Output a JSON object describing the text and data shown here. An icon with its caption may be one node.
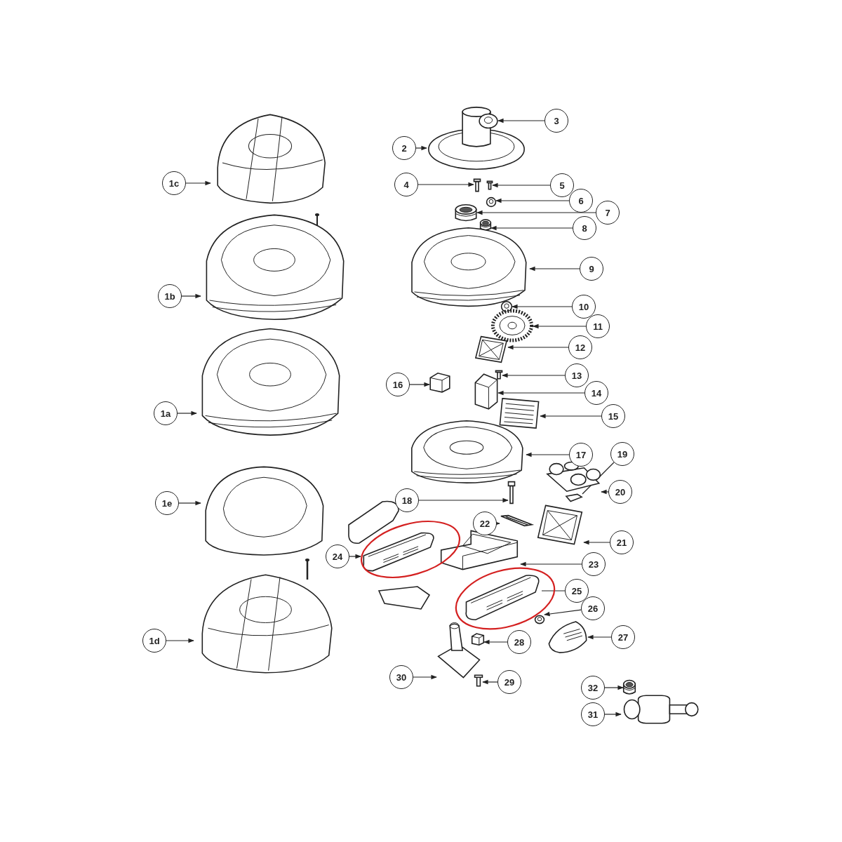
{
  "diagram": {
    "nodes": [
      {
        "text": [
          "1c"
        ]
      },
      {
        "text": [],
        "shape": "picture"
      },
      {
        "text": [
          "1b"
        ]
      },
      {
        "text": [],
        "shape": "picture"
      },
      {
        "text": [
          "1a"
        ]
      },
      {
        "text": [],
        "shape": "picture"
      },
      {
        "text": [
          "1e"
        ]
      },
      {
        "text": [],
        "shape": "picture"
      },
      {
        "text": [
          "1d"
        ]
      },
      {
        "text": [],
        "shape": "picture"
      },
      {
        "text": [
          "2"
        ]
      },
      {
        "text": [],
        "shape": "picture"
      },
      {
        "text": [
          "3"
        ]
      },
      {
        "text": [],
        "shape": "picture"
      },
      {
        "text": [
          "4"
        ]
      },
      {
        "text": [],
        "shape": "picture"
      },
      {
        "text": [
          "5"
        ]
      },
      {
        "text": [],
        "shape": "picture"
      },
      {
        "text": [
          "6"
        ]
      },
      {
        "text": [],
        "shape": "picture"
      },
      {
        "text": [
          "7"
        ]
      },
      {
        "text": [],
        "shape": "picture"
      },
      {
        "text": [
          "8"
        ]
      },
      {
        "text": [],
        "shape": "picture"
      },
      {
        "text": [
          "9"
        ]
      },
      {
        "text": [],
        "shape": "picture"
      },
      {
        "text": [
          "10"
        ]
      },
      {
        "text": [],
        "shape": "picture"
      },
      {
        "text": [
          "11"
        ]
      },
      {
        "text": [],
        "shape": "picture"
      },
      {
        "text": [
          "12"
        ]
      },
      {
        "text": [],
        "shape": "picture"
      },
      {
        "text": [
          "13"
        ]
      },
      {
        "text": [],
        "shape": "picture"
      },
      {
        "text": [
          "14"
        ]
      },
      {
        "text": [],
        "shape": "picture"
      },
      {
        "text": [
          "15"
        ]
      },
      {
        "text": [],
        "shape": "picture"
      },
      {
        "text": [
          "16"
        ]
      },
      {
        "text": [],
        "shape": "picture"
      },
      {
        "text": [
          "17"
        ]
      },
      {
        "text": [],
        "shape": "picture"
      },
      {
        "text": [
          "18"
        ]
      },
      {
        "text": [],
        "shape": "picture"
      },
      {
        "text": [
          "19"
        ]
      },
      {
        "text": [],
        "shape": "picture"
      },
      {
        "text": [
          "20"
        ]
      },
      {
        "text": [],
        "shape": "picture"
      },
      {
        "text": [
          "21"
        ]
      },
      {
        "text": [],
        "shape": "picture"
      },
      {
        "text": [
          "22"
        ]
      },
      {
        "text": [],
        "shape": "picture"
      },
      {
        "text": [
          "23"
        ]
      },
      {
        "text": [],
        "shape": "picture"
      },
      {
        "text": [
          "24"
        ]
      },
      {
        "text": [],
        "shape": "picture"
      },
      {
        "text": [
          "25"
        ]
      },
      {
        "text": [],
        "shape": "picture"
      },
      {
        "text": [
          "26"
        ]
      },
      {
        "text": [],
        "shape": "picture"
      },
      {
        "text": [
          "27"
        ]
      },
      {
        "text": [],
        "shape": "picture"
      },
      {
        "text": [
          "28"
        ]
      },
      {
        "text": [],
        "shape": "picture"
      },
      {
        "text": [
          "29"
        ]
      },
      {
        "text": [],
        "shape": "picture"
      },
      {
        "text": [
          "30"
        ]
      },
      {
        "text": [],
        "shape": "picture"
      },
      {
        "text": [
          "31"
        ]
      },
      {
        "text": [],
        "shape": "picture"
      },
      {
        "text": [
          "32"
        ]
      },
      {
        "text": [],
        "shape": "picture"
      }
    ],
    "edges": [
      {
        "from": 0,
        "to": 1,
        "arrow": "to"
      },
      {
        "from": 2,
        "to": 3,
        "arrow": "to"
      },
      {
        "from": 4,
        "to": 5,
        "arrow": "to"
      },
      {
        "from": 6,
        "to": 7,
        "arrow": "to"
      },
      {
        "from": 8,
        "to": 9,
        "arrow": "to"
      },
      {
        "from": 10,
        "to": 11,
        "arrow": "to"
      },
      {
        "from": 12,
        "to": 13,
        "arrow": "to"
      },
      {
        "from": 14,
        "to": 15,
        "arrow": "to"
      },
      {
        "from": 16,
        "to": 17,
        "arrow": "to"
      },
      {
        "from": 18,
        "to": 19,
        "arrow": "to"
      },
      {
        "from": 20,
        "to": 21,
        "arrow": "to"
      },
      {
        "from": 22,
        "to": 23,
        "arrow": "to"
      },
      {
        "from": 24,
        "to": 25,
        "arrow": "to"
      },
      {
        "from": 26,
        "to": 27,
        "arrow": "to"
      },
      {
        "from": 28,
        "to": 29,
        "arrow": "to"
      },
      {
        "from": 30,
        "to": 31,
        "arrow": "to"
      },
      {
        "from": 32,
        "to": 33,
        "arrow": "to"
      },
      {
        "from": 34,
        "to": 35,
        "arrow": "to"
      },
      {
        "from": 36,
        "to": 37,
        "arrow": "to"
      },
      {
        "from": 38,
        "to": 39,
        "arrow": "to"
      },
      {
        "from": 40,
        "to": 41,
        "arrow": "to"
      },
      {
        "from": 42,
        "to": 43,
        "arrow": "to"
      },
      {
        "from": 44,
        "to": 45,
        "arrow": "none"
      },
      {
        "from": 46,
        "to": 47,
        "arrow": "to"
      },
      {
        "from": 48,
        "to": 49,
        "arrow": "to"
      },
      {
        "from": 50,
        "to": 51,
        "arrow": "to"
      },
      {
        "from": 52,
        "to": 53,
        "arrow": "to"
      },
      {
        "from": 54,
        "to": 55,
        "arrow": "to"
      },
      {
        "from": 56,
        "to": 57,
        "arrow": "none"
      },
      {
        "from": 58,
        "to": 59,
        "arrow": "to"
      },
      {
        "from": 60,
        "to": 61,
        "arrow": "to"
      },
      {
        "from": 62,
        "to": 63,
        "arrow": "to"
      },
      {
        "from": 64,
        "to": 65,
        "arrow": "to"
      },
      {
        "from": 66,
        "to": 67,
        "arrow": "to"
      },
      {
        "from": 68,
        "to": 69,
        "arrow": "to"
      },
      {
        "from": 70,
        "to": 71,
        "arrow": "to"
      }
    ]
  }
}
